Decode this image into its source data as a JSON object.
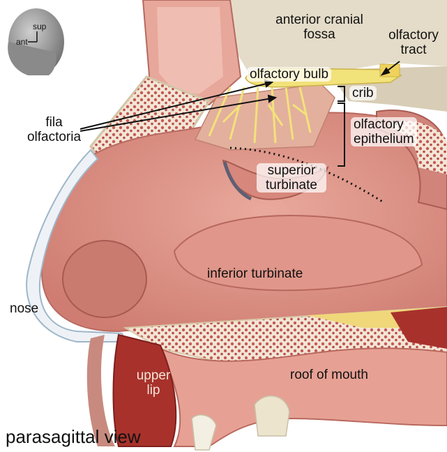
{
  "labels": {
    "sup": "sup",
    "ant": "ant",
    "anterior_cranial_fossa_1": "anterior cranial",
    "anterior_cranial_fossa_2": "fossa",
    "olfactory_tract_1": "olfactory",
    "olfactory_tract_2": "tract",
    "olfactory_bulb": "olfactory bulb",
    "crib": "crib",
    "fila_olfactoria_1": "fila",
    "fila_olfactoria_2": "olfactoria",
    "olfactory_epithelium_1": "olfactory",
    "olfactory_epithelium_2": "epithelium",
    "superior_turbinate_1": "superior",
    "superior_turbinate_2": "turbinate",
    "inferior_turbinate": "inferior turbinate",
    "nose": "nose",
    "upper_lip_1": "upper",
    "upper_lip_2": "lip",
    "roof_of_mouth": "roof of mouth",
    "view": "parasagittal view"
  },
  "colors": {
    "mucosa": "#d98a80",
    "mucosa_light": "#e8a89c",
    "mucosa_dark": "#b9645c",
    "bone": "#e9dcc0",
    "cartilage": "#eef2f6",
    "fat": "#f0d77a",
    "marrow": "#c45a55",
    "muscle": "#a8312c",
    "nerve_yellow": "#f2e27a"
  }
}
